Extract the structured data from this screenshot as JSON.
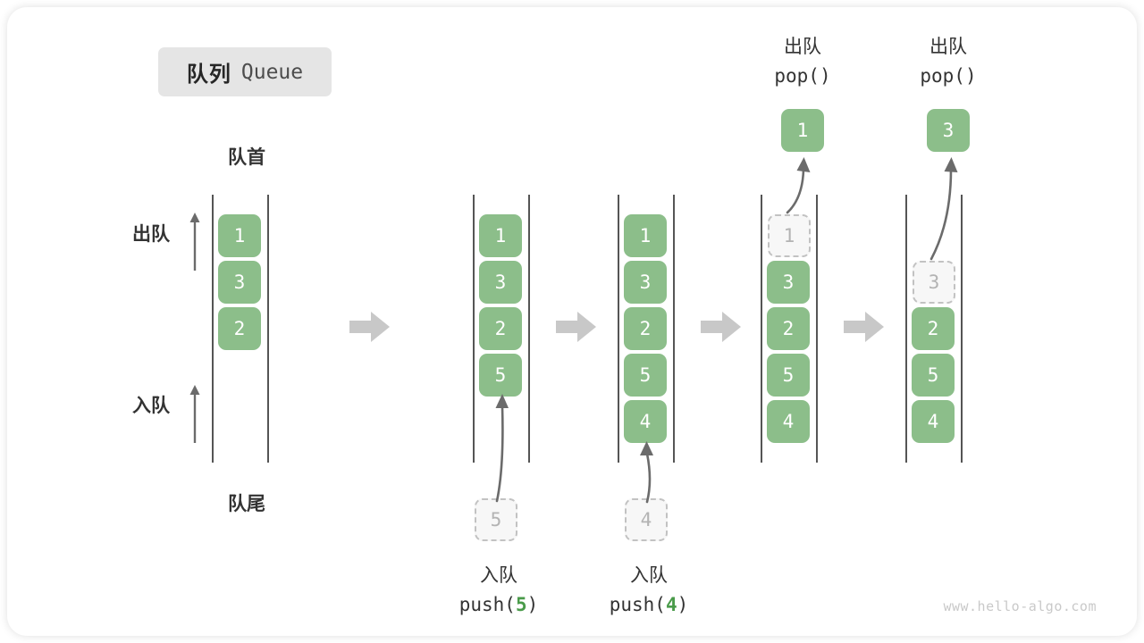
{
  "title": {
    "cn": "队列",
    "en": "Queue"
  },
  "labels": {
    "head": "队首",
    "tail": "队尾",
    "dequeue": "出队",
    "enqueue": "入队"
  },
  "watermark": "www.hello-algo.com",
  "colors": {
    "cell_fill": "#8cbe8a",
    "cell_text": "#ffffff",
    "ghost_fill": "#f7f7f7",
    "ghost_border": "#c2c2c2",
    "ghost_text": "#b3b3b3",
    "rail": "#555555",
    "arrow": "#6b6b6b",
    "separator": "#c8c8c8",
    "badge_bg": "#e5e5e5",
    "accent_number": "#4a9b4a"
  },
  "steps": [
    {
      "id": "initial",
      "caption_top": null,
      "caption_bottom": null,
      "op_line1": null,
      "op_line2": null,
      "op_number": null,
      "cells": [
        "1",
        "3",
        "2"
      ],
      "ghost_below": null,
      "popped": null,
      "ghost_in_queue": null
    },
    {
      "id": "push-5",
      "op_line1": "入队",
      "op_line2_prefix": "push(",
      "op_number": "5",
      "op_line2_suffix": ")",
      "cells": [
        "1",
        "3",
        "2",
        "5"
      ],
      "ghost_below": "5",
      "popped": null,
      "ghost_in_queue": null
    },
    {
      "id": "push-4",
      "op_line1": "入队",
      "op_line2_prefix": "push(",
      "op_number": "4",
      "op_line2_suffix": ")",
      "cells": [
        "1",
        "3",
        "2",
        "5",
        "4"
      ],
      "ghost_below": "4",
      "popped": null,
      "ghost_in_queue": null
    },
    {
      "id": "pop-1",
      "op_line1": "出队",
      "op_line2_prefix": "pop(",
      "op_number": "",
      "op_line2_suffix": ")",
      "cells": [
        "3",
        "2",
        "5",
        "4"
      ],
      "ghost_below": null,
      "popped": "1",
      "ghost_in_queue": "1"
    },
    {
      "id": "pop-3",
      "op_line1": "出队",
      "op_line2_prefix": "pop(",
      "op_number": "",
      "op_line2_suffix": ")",
      "cells": [
        "2",
        "5",
        "4"
      ],
      "ghost_below": null,
      "popped": "3",
      "ghost_in_queue": "3"
    }
  ]
}
